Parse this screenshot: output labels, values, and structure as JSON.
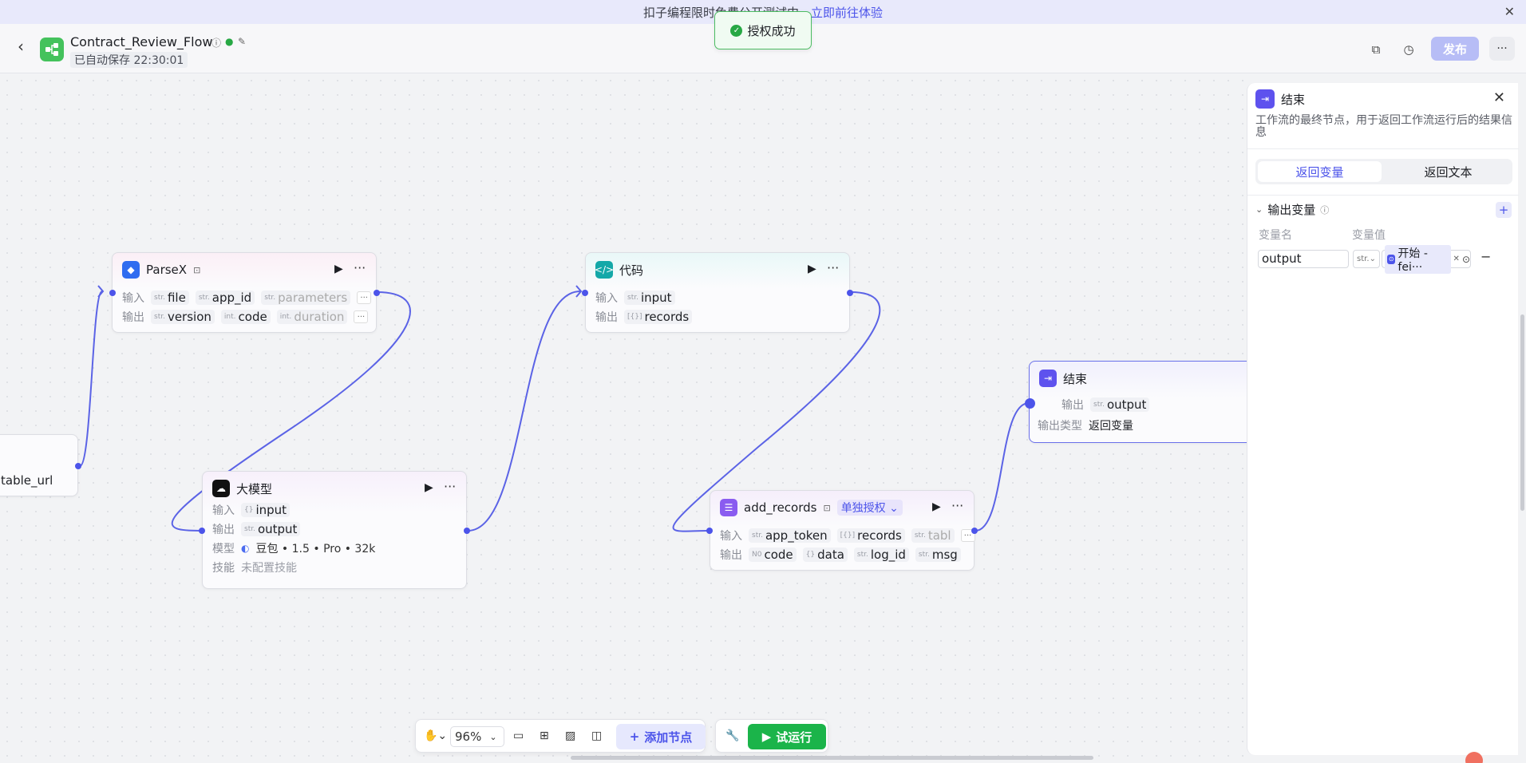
{
  "banner": {
    "text": "扣子编程限时免费公开测试中，",
    "link": "立即前往体验"
  },
  "header": {
    "title": "Contract_Review_Flow",
    "autosave": "已自动保存 22:30:01",
    "publish": "发布"
  },
  "toast": {
    "text": "授权成功"
  },
  "nodes": {
    "start": {
      "label": "table_url"
    },
    "parsex": {
      "title": "ParseX",
      "in_label": "输入",
      "out_label": "输出",
      "inputs": [
        {
          "t": "str.",
          "n": "file"
        },
        {
          "t": "str.",
          "n": "app_id"
        },
        {
          "t": "str.",
          "n": "parameters"
        }
      ],
      "outputs": [
        {
          "t": "str.",
          "n": "version"
        },
        {
          "t": "int.",
          "n": "code"
        },
        {
          "t": "int.",
          "n": "duration"
        }
      ]
    },
    "code": {
      "title": "代码",
      "in_label": "输入",
      "out_label": "输出",
      "inputs": [
        {
          "t": "str.",
          "n": "input"
        }
      ],
      "outputs": [
        {
          "t": "[{}]",
          "n": "records"
        }
      ]
    },
    "llm": {
      "title": "大模型",
      "in_label": "输入",
      "out_label": "输出",
      "model_label": "模型",
      "skill_label": "技能",
      "input": {
        "t": "{}",
        "n": "input"
      },
      "output": {
        "t": "str.",
        "n": "output"
      },
      "model": "豆包 • 1.5 • Pro • 32k",
      "skill": "未配置技能"
    },
    "add_records": {
      "title": "add_records",
      "badge": "单独授权",
      "in_label": "输入",
      "out_label": "输出",
      "inputs": [
        {
          "t": "str.",
          "n": "app_token"
        },
        {
          "t": "[{}]",
          "n": "records"
        },
        {
          "t": "str.",
          "n": "tabl"
        }
      ],
      "outputs": [
        {
          "t": "N0",
          "n": "code"
        },
        {
          "t": "{}",
          "n": "data"
        },
        {
          "t": "str.",
          "n": "log_id"
        },
        {
          "t": "str.",
          "n": "msg"
        }
      ]
    },
    "end": {
      "title": "结束",
      "out_label": "输出",
      "output": {
        "t": "str.",
        "n": "output"
      },
      "type_label": "输出类型",
      "type_value": "返回变量"
    }
  },
  "panel": {
    "title": "结束",
    "description": "工作流的最终节点，用于返回工作流运行后的结果信息",
    "tabs": [
      "返回变量",
      "返回文本"
    ],
    "section": "输出变量",
    "col_name": "变量名",
    "col_value": "变量值",
    "var": {
      "name": "output",
      "type": "str.",
      "value": "开始 - fei···"
    }
  },
  "toolbar": {
    "zoom": "96%",
    "add_node": "添加节点",
    "run": "试运行"
  },
  "colors": {
    "accent": "#4c54ea",
    "success": "#1bb44a",
    "end_icon": "#5e52ee"
  }
}
